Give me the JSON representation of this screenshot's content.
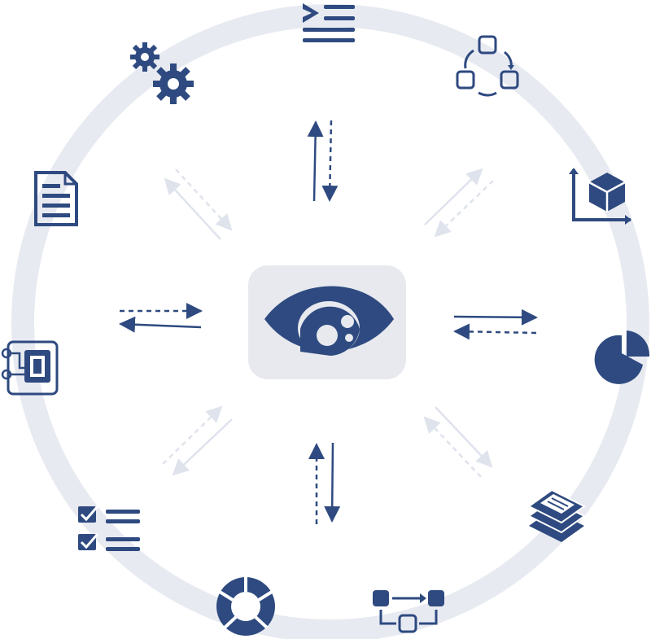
{
  "diagram": {
    "center": {
      "icon": "eye-icon"
    },
    "nodes": [
      {
        "id": "top",
        "icon": "list-chevron-icon"
      },
      {
        "id": "top-right",
        "icon": "cycle-squares-icon"
      },
      {
        "id": "right-upper",
        "icon": "cube-chart-icon"
      },
      {
        "id": "right",
        "icon": "pie-chart-icon"
      },
      {
        "id": "right-lower",
        "icon": "document-stack-icon"
      },
      {
        "id": "bottom-right",
        "icon": "workflow-icon"
      },
      {
        "id": "bottom",
        "icon": "circular-arrows-icon"
      },
      {
        "id": "bottom-left",
        "icon": "checklist-icon"
      },
      {
        "id": "left",
        "icon": "chip-circuit-icon"
      },
      {
        "id": "left-upper",
        "icon": "document-icon"
      },
      {
        "id": "top-left",
        "icon": "gears-icon"
      }
    ],
    "connectors": [
      {
        "direction": "up",
        "state": "active"
      },
      {
        "direction": "left",
        "state": "active"
      },
      {
        "direction": "right",
        "state": "active"
      },
      {
        "direction": "down",
        "state": "active"
      },
      {
        "direction": "up-left",
        "state": "faded"
      },
      {
        "direction": "up-right",
        "state": "faded"
      },
      {
        "direction": "down-left",
        "state": "faded"
      },
      {
        "direction": "down-right",
        "state": "faded"
      }
    ],
    "colors": {
      "primary": "#2e4a80",
      "ring": "#e8eaf1",
      "center_bg": "#e7e9ef",
      "faded": "#dfe3ec"
    }
  }
}
